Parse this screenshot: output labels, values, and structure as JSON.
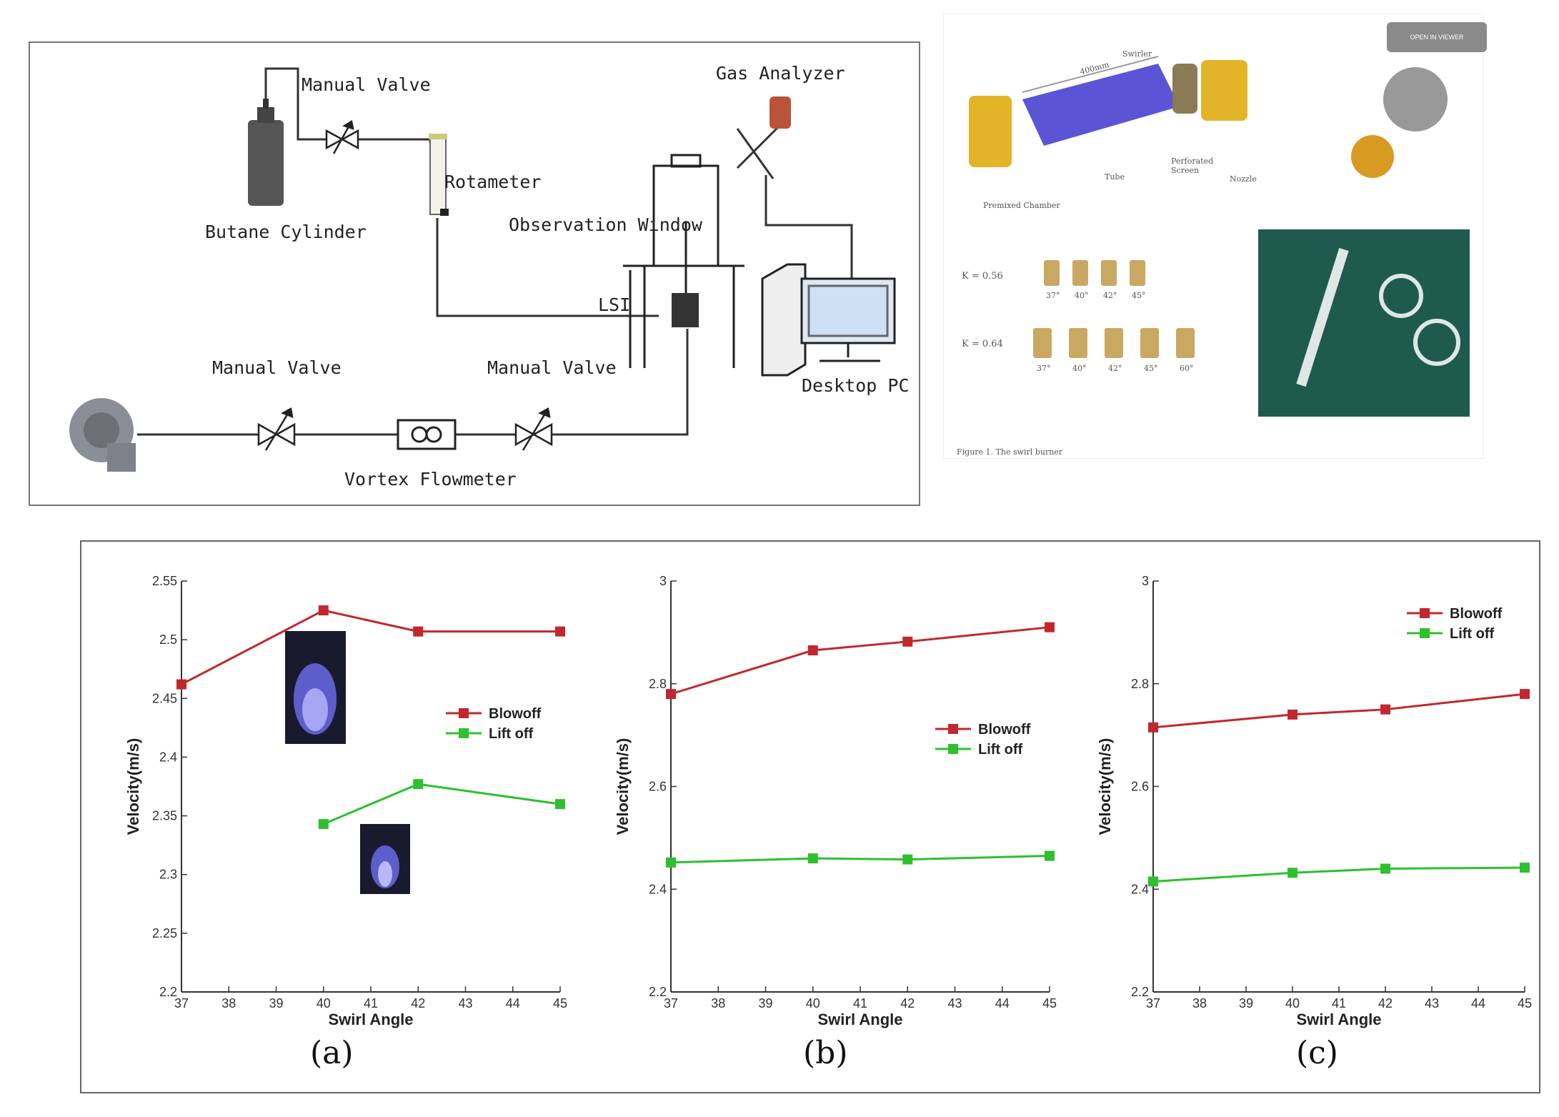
{
  "schematic": {
    "labels": {
      "manual_valve_top": "Manual Valve",
      "butane_cylinder": "Butane Cylinder",
      "rotameter": "Rotameter",
      "observation_window": "Observation Window",
      "gas_analyzer": "Gas Analyzer",
      "lsi": "LSI",
      "desktop_pc": "Desktop PC",
      "manual_valve_left": "Manual Valve",
      "manual_valve_right": "Manual Valve",
      "vortex_flowmeter": "Vortex Flowmeter"
    }
  },
  "renders": {
    "badge": "OPEN IN VIEWER",
    "swirler": "Swirler",
    "length": "400mm",
    "premixed_chamber": "Premixed Chamber",
    "tube": "Tube",
    "perforated_screen": "Perforated Screen",
    "nozzle": "Nozzle",
    "row1_label": "K = 0.56",
    "row2_label": "K = 0.64",
    "row1_angles": [
      "37°",
      "40°",
      "42°",
      "45°"
    ],
    "row2_angles": [
      "37°",
      "40°",
      "42°",
      "45°",
      "60°"
    ],
    "caption": "Figure 1. The swirl burner"
  },
  "chart_data": [
    {
      "type": "line",
      "caption": "(a)",
      "xlabel": "Swirl Angle",
      "ylabel": "Velocity(m/s)",
      "xlim": [
        37,
        45
      ],
      "ylim": [
        2.2,
        2.55
      ],
      "xticks": [
        37,
        38,
        39,
        40,
        41,
        42,
        43,
        44,
        45
      ],
      "yticks": [
        2.2,
        2.25,
        2.3,
        2.35,
        2.4,
        2.45,
        2.5,
        2.55
      ],
      "ytick_labels": [
        "2.2",
        "2.25",
        "2.3",
        "2.35",
        "2.4",
        "2.45",
        "2.5",
        "2.55"
      ],
      "legend_position": "center-right",
      "series": [
        {
          "name": "Blowoff",
          "color": "#c0282d",
          "x": [
            37,
            40,
            42,
            45
          ],
          "y": [
            2.462,
            2.525,
            2.507,
            2.507
          ]
        },
        {
          "name": "Lift off",
          "color": "#2fbf2f",
          "x": [
            40,
            42,
            45
          ],
          "y": [
            2.343,
            2.377,
            2.36
          ]
        }
      ]
    },
    {
      "type": "line",
      "caption": "(b)",
      "xlabel": "Swirl Angle",
      "ylabel": "Velocity(m/s)",
      "xlim": [
        37,
        45
      ],
      "ylim": [
        2.2,
        3.0
      ],
      "xticks": [
        37,
        38,
        39,
        40,
        41,
        42,
        43,
        44,
        45
      ],
      "yticks": [
        2.2,
        2.4,
        2.6,
        2.8,
        3.0
      ],
      "ytick_labels": [
        "2.2",
        "2.4",
        "2.6",
        "2.8",
        "3"
      ],
      "legend_position": "center-right",
      "series": [
        {
          "name": "Blowoff",
          "color": "#c0282d",
          "x": [
            37,
            40,
            42,
            45
          ],
          "y": [
            2.78,
            2.865,
            2.882,
            2.91
          ]
        },
        {
          "name": "Lift off",
          "color": "#2fbf2f",
          "x": [
            37,
            40,
            42,
            45
          ],
          "y": [
            2.452,
            2.46,
            2.458,
            2.465
          ]
        }
      ]
    },
    {
      "type": "line",
      "caption": "(c)",
      "xlabel": "Swirl Angle",
      "ylabel": "Velocity(m/s)",
      "xlim": [
        37,
        45
      ],
      "ylim": [
        2.2,
        3.0
      ],
      "xticks": [
        37,
        38,
        39,
        40,
        41,
        42,
        43,
        44,
        45
      ],
      "yticks": [
        2.2,
        2.4,
        2.6,
        2.8,
        3.0
      ],
      "ytick_labels": [
        "2.2",
        "2.4",
        "2.6",
        "2.8",
        "3"
      ],
      "legend_position": "top-right",
      "series": [
        {
          "name": "Blowoff",
          "color": "#c0282d",
          "x": [
            37,
            40,
            42,
            45
          ],
          "y": [
            2.715,
            2.74,
            2.75,
            2.78
          ]
        },
        {
          "name": "Lift off",
          "color": "#2fbf2f",
          "x": [
            37,
            40,
            42,
            45
          ],
          "y": [
            2.415,
            2.432,
            2.44,
            2.442
          ]
        }
      ]
    }
  ]
}
